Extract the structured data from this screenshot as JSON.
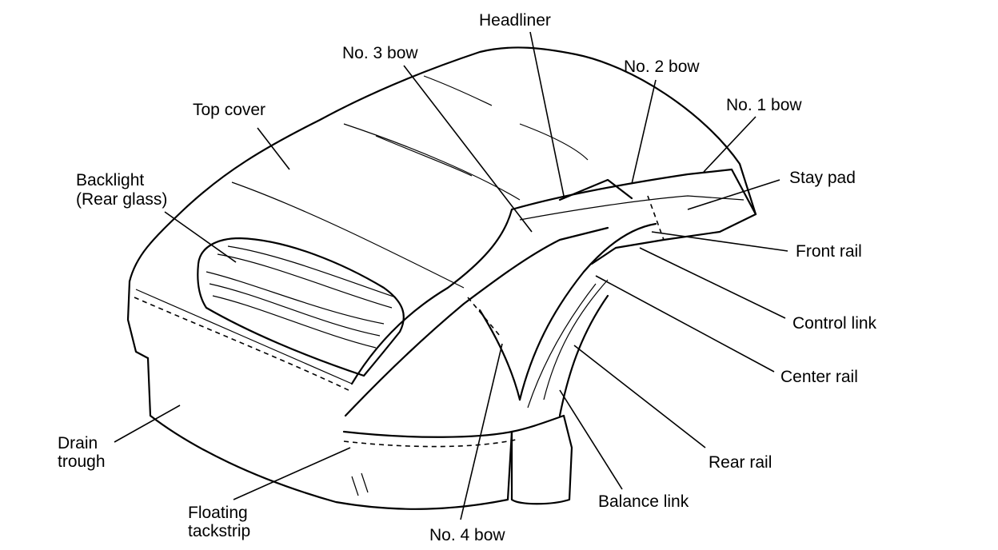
{
  "labels": {
    "headliner": "Headliner",
    "no3_bow": "No. 3 bow",
    "no2_bow": "No. 2 bow",
    "top_cover": "Top cover",
    "no1_bow": "No. 1 bow",
    "stay_pad": "Stay pad",
    "backlight_line1": "Backlight",
    "backlight_line2": "(Rear glass)",
    "front_rail": "Front rail",
    "control_link": "Control link",
    "center_rail": "Center rail",
    "rear_rail": "Rear rail",
    "drain_trough_line1": "Drain",
    "drain_trough_line2": "trough",
    "balance_link": "Balance link",
    "floating_tackstrip_line1": "Floating",
    "floating_tackstrip_line2": "tackstrip",
    "no4_bow": "No. 4 bow"
  }
}
